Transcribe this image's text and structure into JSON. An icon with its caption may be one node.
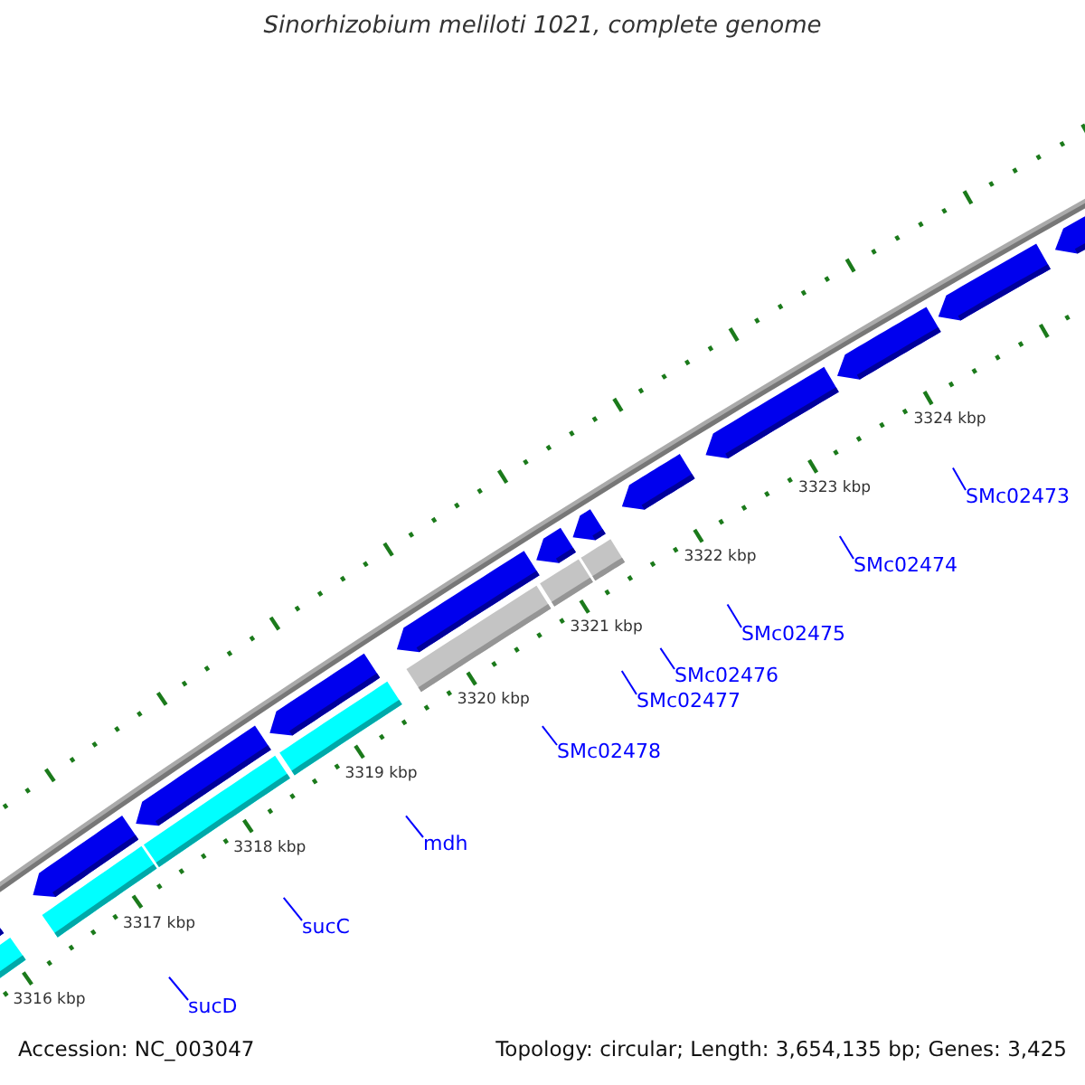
{
  "diagram": {
    "title": "Sinorhizobium meliloti 1021, complete genome",
    "nodes": [
      {
        "text": [
          "sucD"
        ]
      },
      {
        "text": [
          "sucC"
        ]
      },
      {
        "text": [
          "mdh"
        ]
      },
      {
        "text": [
          "SMc02478"
        ]
      },
      {
        "text": [
          "SMc02477"
        ]
      },
      {
        "text": [
          "SMc02476"
        ]
      },
      {
        "text": [
          "SMc02475"
        ]
      },
      {
        "text": [
          "SMc02474"
        ]
      },
      {
        "text": [
          "SMc02473"
        ]
      }
    ],
    "edges": [
      {
        "from": 0,
        "to": null,
        "arrow": "none"
      },
      {
        "from": 1,
        "to": null,
        "arrow": "none"
      },
      {
        "from": 2,
        "to": null,
        "arrow": "none"
      },
      {
        "from": 3,
        "to": null,
        "arrow": "none"
      },
      {
        "from": 4,
        "to": null,
        "arrow": "none"
      },
      {
        "from": 5,
        "to": null,
        "arrow": "none"
      },
      {
        "from": 6,
        "to": null,
        "arrow": "none"
      },
      {
        "from": 7,
        "to": null,
        "arrow": "none"
      },
      {
        "from": 8,
        "to": null,
        "arrow": "none"
      }
    ],
    "labels": [
      "3324 kbp",
      "3323 kbp",
      "3322 kbp",
      "3321 kbp",
      "3320 kbp",
      "3319 kbp",
      "3318 kbp",
      "3317 kbp",
      "3316 kbp",
      "Accession: NC_003047",
      "Topology: circular; Length: 3,654,135 bp; Genes: 3,425"
    ]
  }
}
